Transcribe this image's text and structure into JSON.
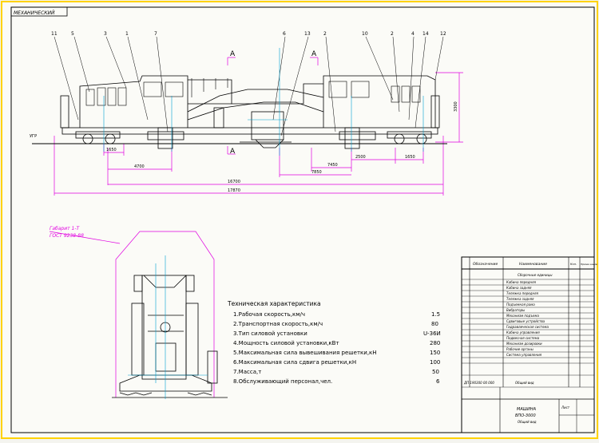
{
  "stamp": "МЕХАНИЧЕСКИЙ",
  "section_mark": "А",
  "gauge_label": "УГР",
  "part_numbers": [
    "11",
    "5",
    "3",
    "1",
    "7",
    "6",
    "13",
    "2",
    "10",
    "2",
    "4",
    "14",
    "12"
  ],
  "dimensions": {
    "d1650": "1650",
    "d4700": "4700",
    "d2500": "2500",
    "d1650b": "1650",
    "d7450": "7450",
    "d7850": "7850",
    "d16700": "16700",
    "d17870": "17870",
    "d3300": "3300"
  },
  "gauge_note": [
    "Габарит 1-Т",
    "ГОСТ 9238-88"
  ],
  "specs": {
    "title": "Техническая характеристика",
    "rows": [
      {
        "label": "1.Рабочая скорость,км/ч",
        "value": "1.5"
      },
      {
        "label": "2.Транспортная скорость,км/ч",
        "value": "80"
      },
      {
        "label": "3.Тип силовой установки",
        "value": "U-36И"
      },
      {
        "label": "4.Мощность силовой установки,кВт",
        "value": "280"
      },
      {
        "label": "5.Максимальная сила вывешивания решетки,кН",
        "value": "150"
      },
      {
        "label": "6.Максимальная сила сдвига решетки,кН",
        "value": "100"
      },
      {
        "label": "7.Масса,т",
        "value": "50"
      },
      {
        "label": "8.Обслуживающий персонал,чел.",
        "value": "6"
      }
    ]
  },
  "title_block": {
    "col_pos": "Обозначение",
    "col_name": "Наименование",
    "col_qty": "Кол.",
    "col_note": "Приме-чание",
    "section": "Сборочные единицы",
    "rows": [
      "Кабина передняя",
      "Кабина задняя",
      "Тележка передняя",
      "Тележка задняя",
      "Подъемная рама",
      "Вибраторы",
      "Механизм подъема",
      "Сдвиговые устройства",
      "Гидравлическая система",
      "Кабина управления",
      "Подвесная система",
      "Механизм дозировки",
      "Рабочие органы",
      "Система управления"
    ],
    "document_no": "ДП 190300 00 000",
    "doc_type": "Общий вид",
    "machine": "МАШИНА",
    "machine_model": "ВПО-3000",
    "view": "Общий вид",
    "sheet_label": "Лист"
  }
}
